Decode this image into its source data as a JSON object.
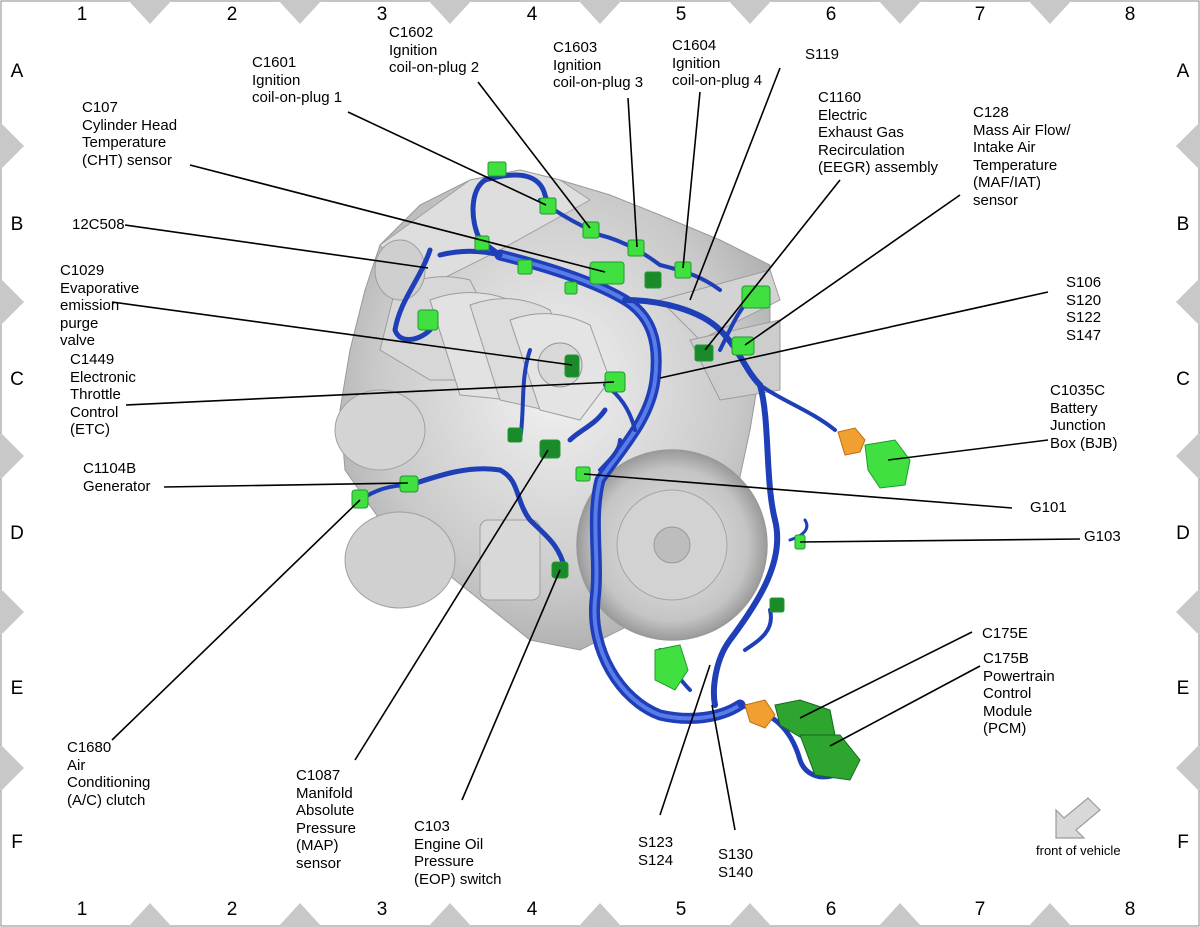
{
  "grid": {
    "columns": [
      "1",
      "2",
      "3",
      "4",
      "5",
      "6",
      "7",
      "8"
    ],
    "rows": [
      "A",
      "B",
      "C",
      "D",
      "E",
      "F"
    ]
  },
  "labels": {
    "c1601": "C1601\nIgnition\ncoil-on-plug 1",
    "c1602": "C1602\nIgnition\ncoil-on-plug 2",
    "c1603": "C1603\nIgnition\ncoil-on-plug 3",
    "c1604": "C1604\nIgnition\ncoil-on-plug 4",
    "s119": "S119",
    "c107": "C107\nCylinder Head\nTemperature\n(CHT) sensor",
    "c1160": "C1160\nElectric\nExhaust Gas\nRecirculation\n(EEGR) assembly",
    "c128": "C128\nMass Air Flow/\nIntake Air\nTemperature\n(MAF/IAT)\nsensor",
    "c12c508": "12C508",
    "c1029": "C1029\nEvaporative\nemission\npurge\nvalve",
    "s106": "S106\nS120\nS122\nS147",
    "c1449": "C1449\nElectronic\nThrottle\nControl\n(ETC)",
    "c1035c": "C1035C\nBattery\nJunction\nBox (BJB)",
    "c1104b": "C1104B\nGenerator",
    "g101": "G101",
    "g103": "G103",
    "c175e": "C175E",
    "c175b": "C175B\nPowertrain\nControl\nModule\n(PCM)",
    "c1680": "C1680\nAir\nConditioning\n(A/C) clutch",
    "c1087": "C1087\nManifold\nAbsolute\nPressure\n(MAP)\nsensor",
    "c103": "C103\nEngine Oil\nPressure\n(EOP) switch",
    "s123": "S123\nS124",
    "s130": "S130\nS140",
    "front": "front of vehicle"
  },
  "colors": {
    "harness": "#1f3fb8",
    "connector": "#3fe03f",
    "connector_dark": "#1a8a2a",
    "bjb_orange": "#f0a030",
    "frame_diamond": "#c8c8c8",
    "engine": "#cfcfcf"
  },
  "icons": {
    "front_arrow": "arrow-down-left-icon"
  }
}
